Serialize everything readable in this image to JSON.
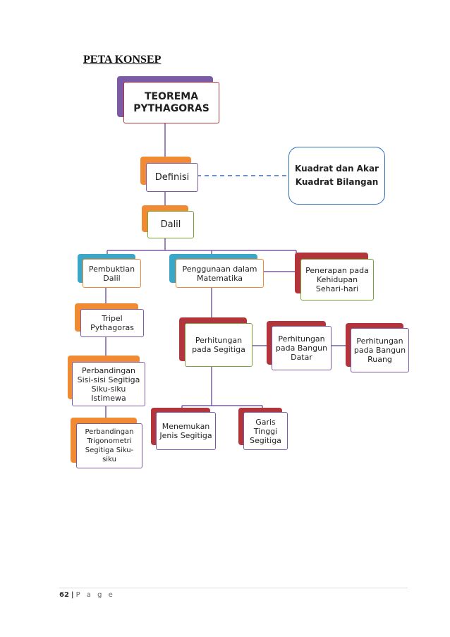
{
  "title": "PETA KONSEP",
  "nodes": {
    "teorema": "TEOREMA PYTHAGORAS",
    "definisi": "Definisi",
    "dalil": "Dalil",
    "kuadrat": "Kuadrat dan Akar Kuadrat Bilangan",
    "pembuktian": "Pembuktian Dalil",
    "penggunaan": "Penggunaan dalam Matematika",
    "penerapan": "Penerapan pada Kehidupan Sehari-hari",
    "tripel": "Tripel Pythagoras",
    "perbandingan_sisi": "Perbandingan Sisi-sisi Segitiga Siku-siku Istimewa",
    "perbandingan_trig": "Perbandingan Trigonometri Segitiga Siku-siku",
    "perhitungan_segitiga": "Perhitungan pada Segitiga",
    "perhitungan_datar": "Perhitungan pada Bangun Datar",
    "perhitungan_ruang": "Perhitungan pada Bangun Ruang",
    "menemukan": "Menemukan Jenis Segitiga",
    "garis": "Garis Tinggi Segitiga"
  },
  "colors": {
    "purple": "#7b5aa6",
    "orange": "#f08a33",
    "teal": "#3aa7c8",
    "red": "#b1353a",
    "line": "#7b5aa6",
    "dash": "#3a6fb5"
  },
  "footer": {
    "page_number": "62",
    "separator": "|",
    "page_label": "P a g e"
  }
}
